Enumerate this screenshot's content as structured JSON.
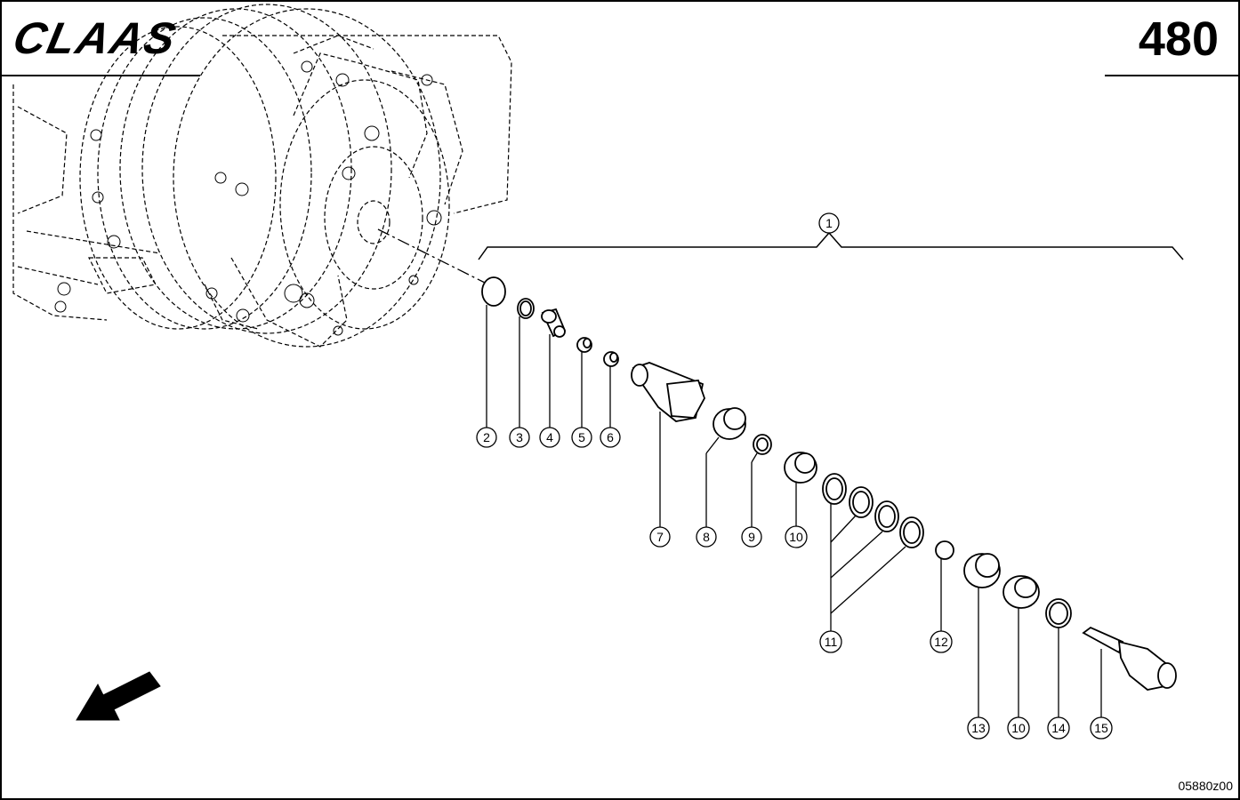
{
  "header": {
    "brand": "CLAAS",
    "page_number": "480"
  },
  "footer": {
    "drawing_id": "05880z00"
  },
  "callouts": [
    "1",
    "2",
    "3",
    "4",
    "5",
    "6",
    "7",
    "8",
    "9",
    "10",
    "11",
    "12",
    "13",
    "10",
    "14",
    "15"
  ],
  "colors": {
    "ink": "#000000",
    "paper": "#ffffff"
  }
}
